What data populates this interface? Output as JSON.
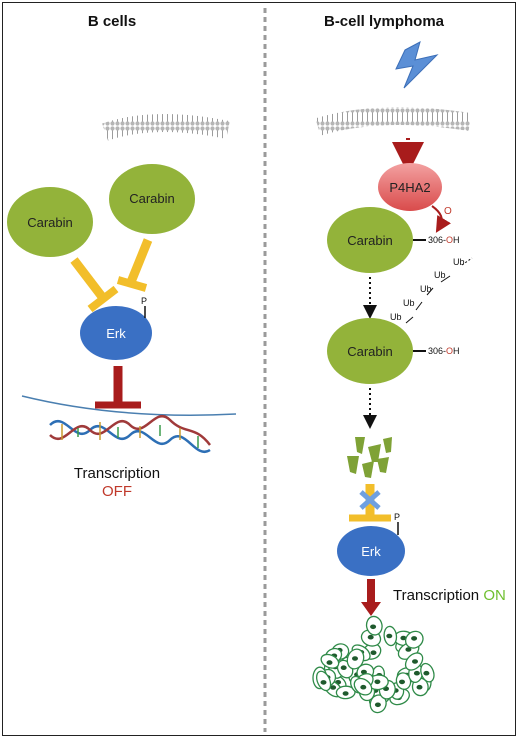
{
  "left_panel": {
    "title": "B cells",
    "carabin_1": "Carabin",
    "carabin_2": "Carabin",
    "erk": "Erk",
    "phospho": "P",
    "transcription": "Transcription",
    "state": "OFF",
    "state_color": "#c0392b"
  },
  "right_panel": {
    "title": "B-cell lymphoma",
    "enzyme": "P4HA2",
    "enzyme_mark": "O",
    "carabin_top": "Carabin",
    "carabin_bottom": "Carabin",
    "residue_top_prefix": "306-",
    "residue_top_o": "O",
    "residue_top_h": "H",
    "residue_bottom_prefix": "306-",
    "residue_bottom_o": "O",
    "residue_bottom_h": "H",
    "ub_labels": [
      "Ub",
      "Ub",
      "Ub",
      "Ub",
      "Ub"
    ],
    "erk": "Erk",
    "phospho": "P",
    "transcription": "Transcription",
    "state": "ON",
    "state_color": "#6fbf2f"
  },
  "colors": {
    "carabin": "#93b33a",
    "erk": "#3a70c4",
    "p4ha2": "#e06060",
    "inhibitor": "#f2be2a",
    "arrow_red": "#a81c1c",
    "hydroxyl_red": "#c0392b",
    "degraded": "#7fa236",
    "cell": "#2f8a48"
  }
}
